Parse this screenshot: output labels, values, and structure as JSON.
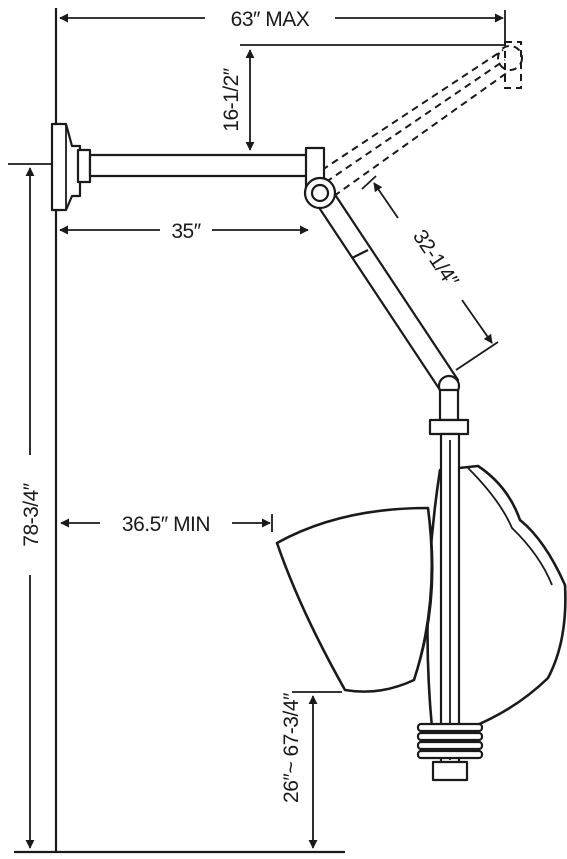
{
  "dimensions": {
    "max_reach": "63″ MAX",
    "arm_drop": "16-1/2″",
    "inner_arm": "35″",
    "outer_arm": "32-1/4″",
    "min_reach": "36.5″ MIN",
    "mount_height": "78-3/4″",
    "hood_height_range": "26″~ 67-3/4″"
  }
}
